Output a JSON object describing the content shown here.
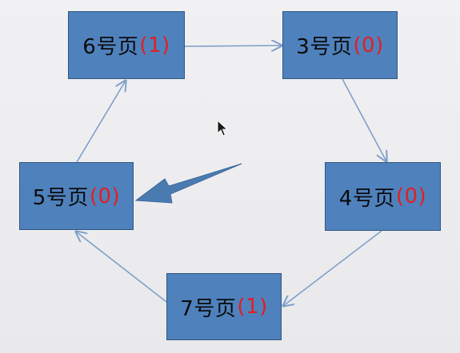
{
  "nodes": {
    "n6": {
      "label": "6号页",
      "count": "(1)"
    },
    "n3": {
      "label": "3号页",
      "count": "(0)"
    },
    "n4": {
      "label": "4号页",
      "count": "(0)"
    },
    "n7": {
      "label": "7号页",
      "count": "(1)"
    },
    "n5": {
      "label": "5号页",
      "count": "(0)"
    }
  },
  "edges": [
    {
      "from": "6号页",
      "to": "3号页"
    },
    {
      "from": "3号页",
      "to": "4号页"
    },
    {
      "from": "4号页",
      "to": "7号页"
    },
    {
      "from": "7号页",
      "to": "5号页"
    },
    {
      "from": "5号页",
      "to": "6号页"
    }
  ],
  "pointer": {
    "target": "5号页"
  },
  "colors": {
    "node_fill": "#4f81bd",
    "node_border": "#2f5680",
    "count_text": "#e02020",
    "edge": "#7f9fca",
    "pointer_arrow": "#4a7bb0"
  }
}
